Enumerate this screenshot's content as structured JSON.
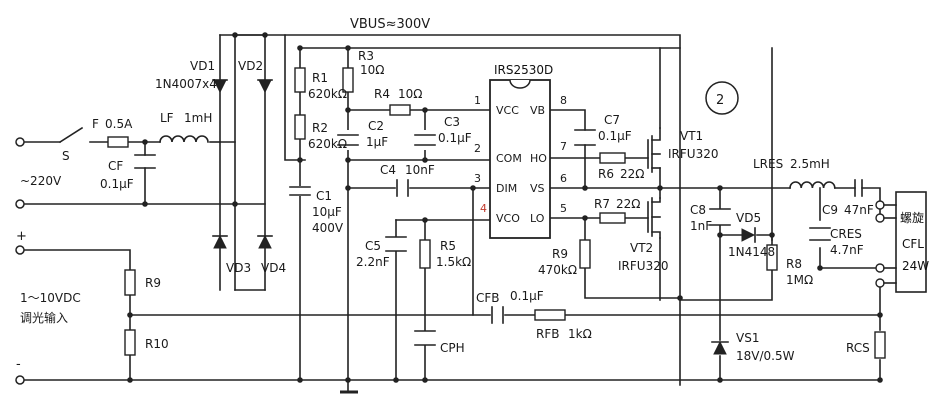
{
  "labels": {
    "vbus": "VBUS≈300V",
    "circle": "2",
    "S": "S",
    "F": "F",
    "F_val": "0.5A",
    "LF": "LF",
    "LF_val": "1mH",
    "CF": "CF",
    "CF_val": "0.1μF",
    "ac": "~220V",
    "VD1": "VD1",
    "VD1_val": "1N4007x4",
    "VD2": "VD2",
    "VD3": "VD3",
    "VD4": "VD4",
    "R1": "R1",
    "R1_val": "620kΩ",
    "R2": "R2",
    "R2_val": "620kΩ",
    "R3": "R3",
    "R3_val": "10Ω",
    "R4": "R4",
    "R4_val": "10Ω",
    "C1": "C1",
    "C1_val": "10μF",
    "C1_v": "400V",
    "C2": "C2",
    "C2_val": "1μF",
    "C3": "C3",
    "C3_val": "0.1μF",
    "C4": "C4",
    "C4_val": "10nF",
    "C5": "C5",
    "C5_val": "2.2nF",
    "R5": "R5",
    "R5_val": "1.5kΩ",
    "CPH": "CPH",
    "ic": "IRS2530D",
    "VCC": "VCC",
    "COM": "COM",
    "DIM": "DIM",
    "VCO": "VCO",
    "VB": "VB",
    "HO": "HO",
    "VS": "VS",
    "LO": "LO",
    "p1": "1",
    "p2": "2",
    "p3": "3",
    "p4": "4",
    "p5": "5",
    "p6": "6",
    "p7": "7",
    "p8": "8",
    "C7": "C7",
    "C7_val": "0.1μF",
    "VT1": "VT1",
    "VT1_val": "IRFU320",
    "VT2": "VT2",
    "VT2_val": "IRFU320",
    "R6": "R6",
    "R6_val": "22Ω",
    "R7": "R7",
    "R7_val": "22Ω",
    "R9a": "R9",
    "R9a_val": "470kΩ",
    "C8": "C8",
    "C8_val": "1nF",
    "VD5": "VD5",
    "VD5_val": "1N4148",
    "R8": "R8",
    "R8_val": "1MΩ",
    "LRES": "LRES",
    "LRES_val": "2.5mH",
    "C9": "C9",
    "C9_val": "47nF",
    "CRES": "CRES",
    "CRES_val": "4.7nF",
    "CFL1": "螺旋",
    "CFL2": "CFL",
    "CFL3": "24W",
    "CFB": "CFB",
    "CFB_val": "0.1μF",
    "RFB": "RFB",
    "RFB_val": "1kΩ",
    "VS1": "VS1",
    "VS1_val": "18V/0.5W",
    "RCS": "RCS",
    "plus": "+",
    "minus": "-",
    "R9": "R9",
    "R10": "R10",
    "dim_in1": "1～10VDC",
    "dim_in2": "调光输入"
  }
}
